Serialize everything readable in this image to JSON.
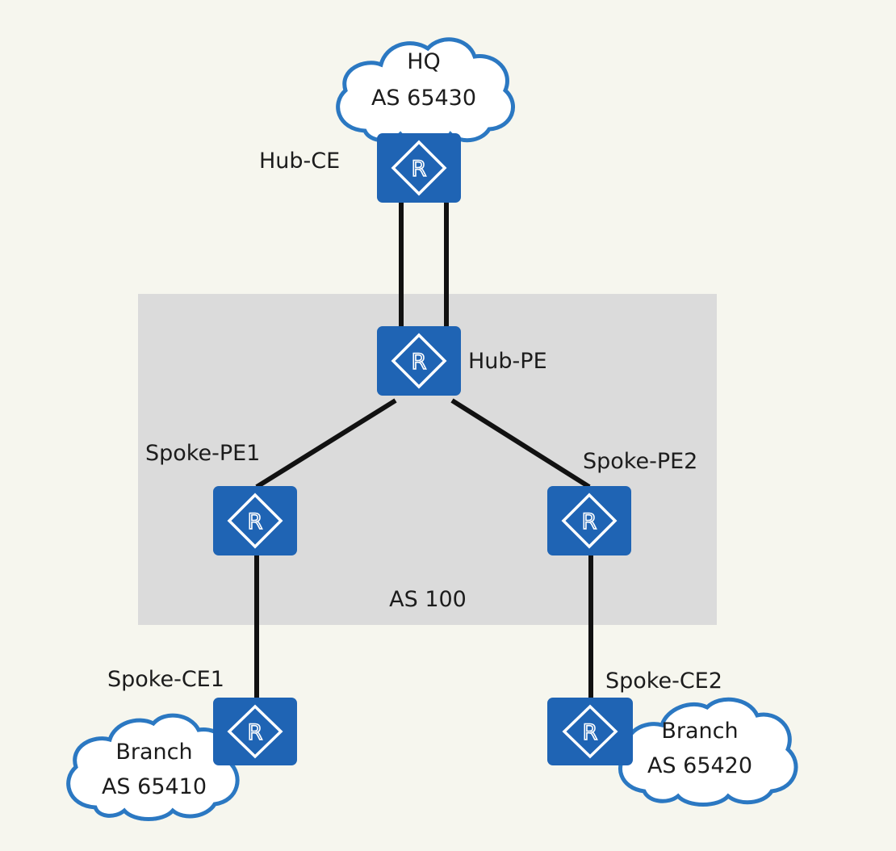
{
  "colors": {
    "background": "#f6f6ee",
    "as_region": "#dbdbdb",
    "router_fill": "#1f64b4",
    "router_symbol": "#ffffff",
    "link": "#111111",
    "cloud_stroke": "#2b78c2",
    "cloud_fill": "#ffffff"
  },
  "icons": {
    "router": "router-icon",
    "cloud": "cloud-icon"
  },
  "as_region": {
    "label": "AS 100"
  },
  "clouds": {
    "hq": {
      "line1": "HQ",
      "line2": "AS 65430"
    },
    "branch1": {
      "line1": "Branch",
      "line2": "AS 65410"
    },
    "branch2": {
      "line1": "Branch",
      "line2": "AS 65420"
    }
  },
  "routers": {
    "hub_ce": {
      "label": "Hub-CE",
      "symbol": "R"
    },
    "hub_pe": {
      "label": "Hub-PE",
      "symbol": "R"
    },
    "spoke_pe1": {
      "label": "Spoke-PE1",
      "symbol": "R"
    },
    "spoke_pe2": {
      "label": "Spoke-PE2",
      "symbol": "R"
    },
    "spoke_ce1": {
      "label": "Spoke-CE1",
      "symbol": "R"
    },
    "spoke_ce2": {
      "label": "Spoke-CE2",
      "symbol": "R"
    }
  }
}
